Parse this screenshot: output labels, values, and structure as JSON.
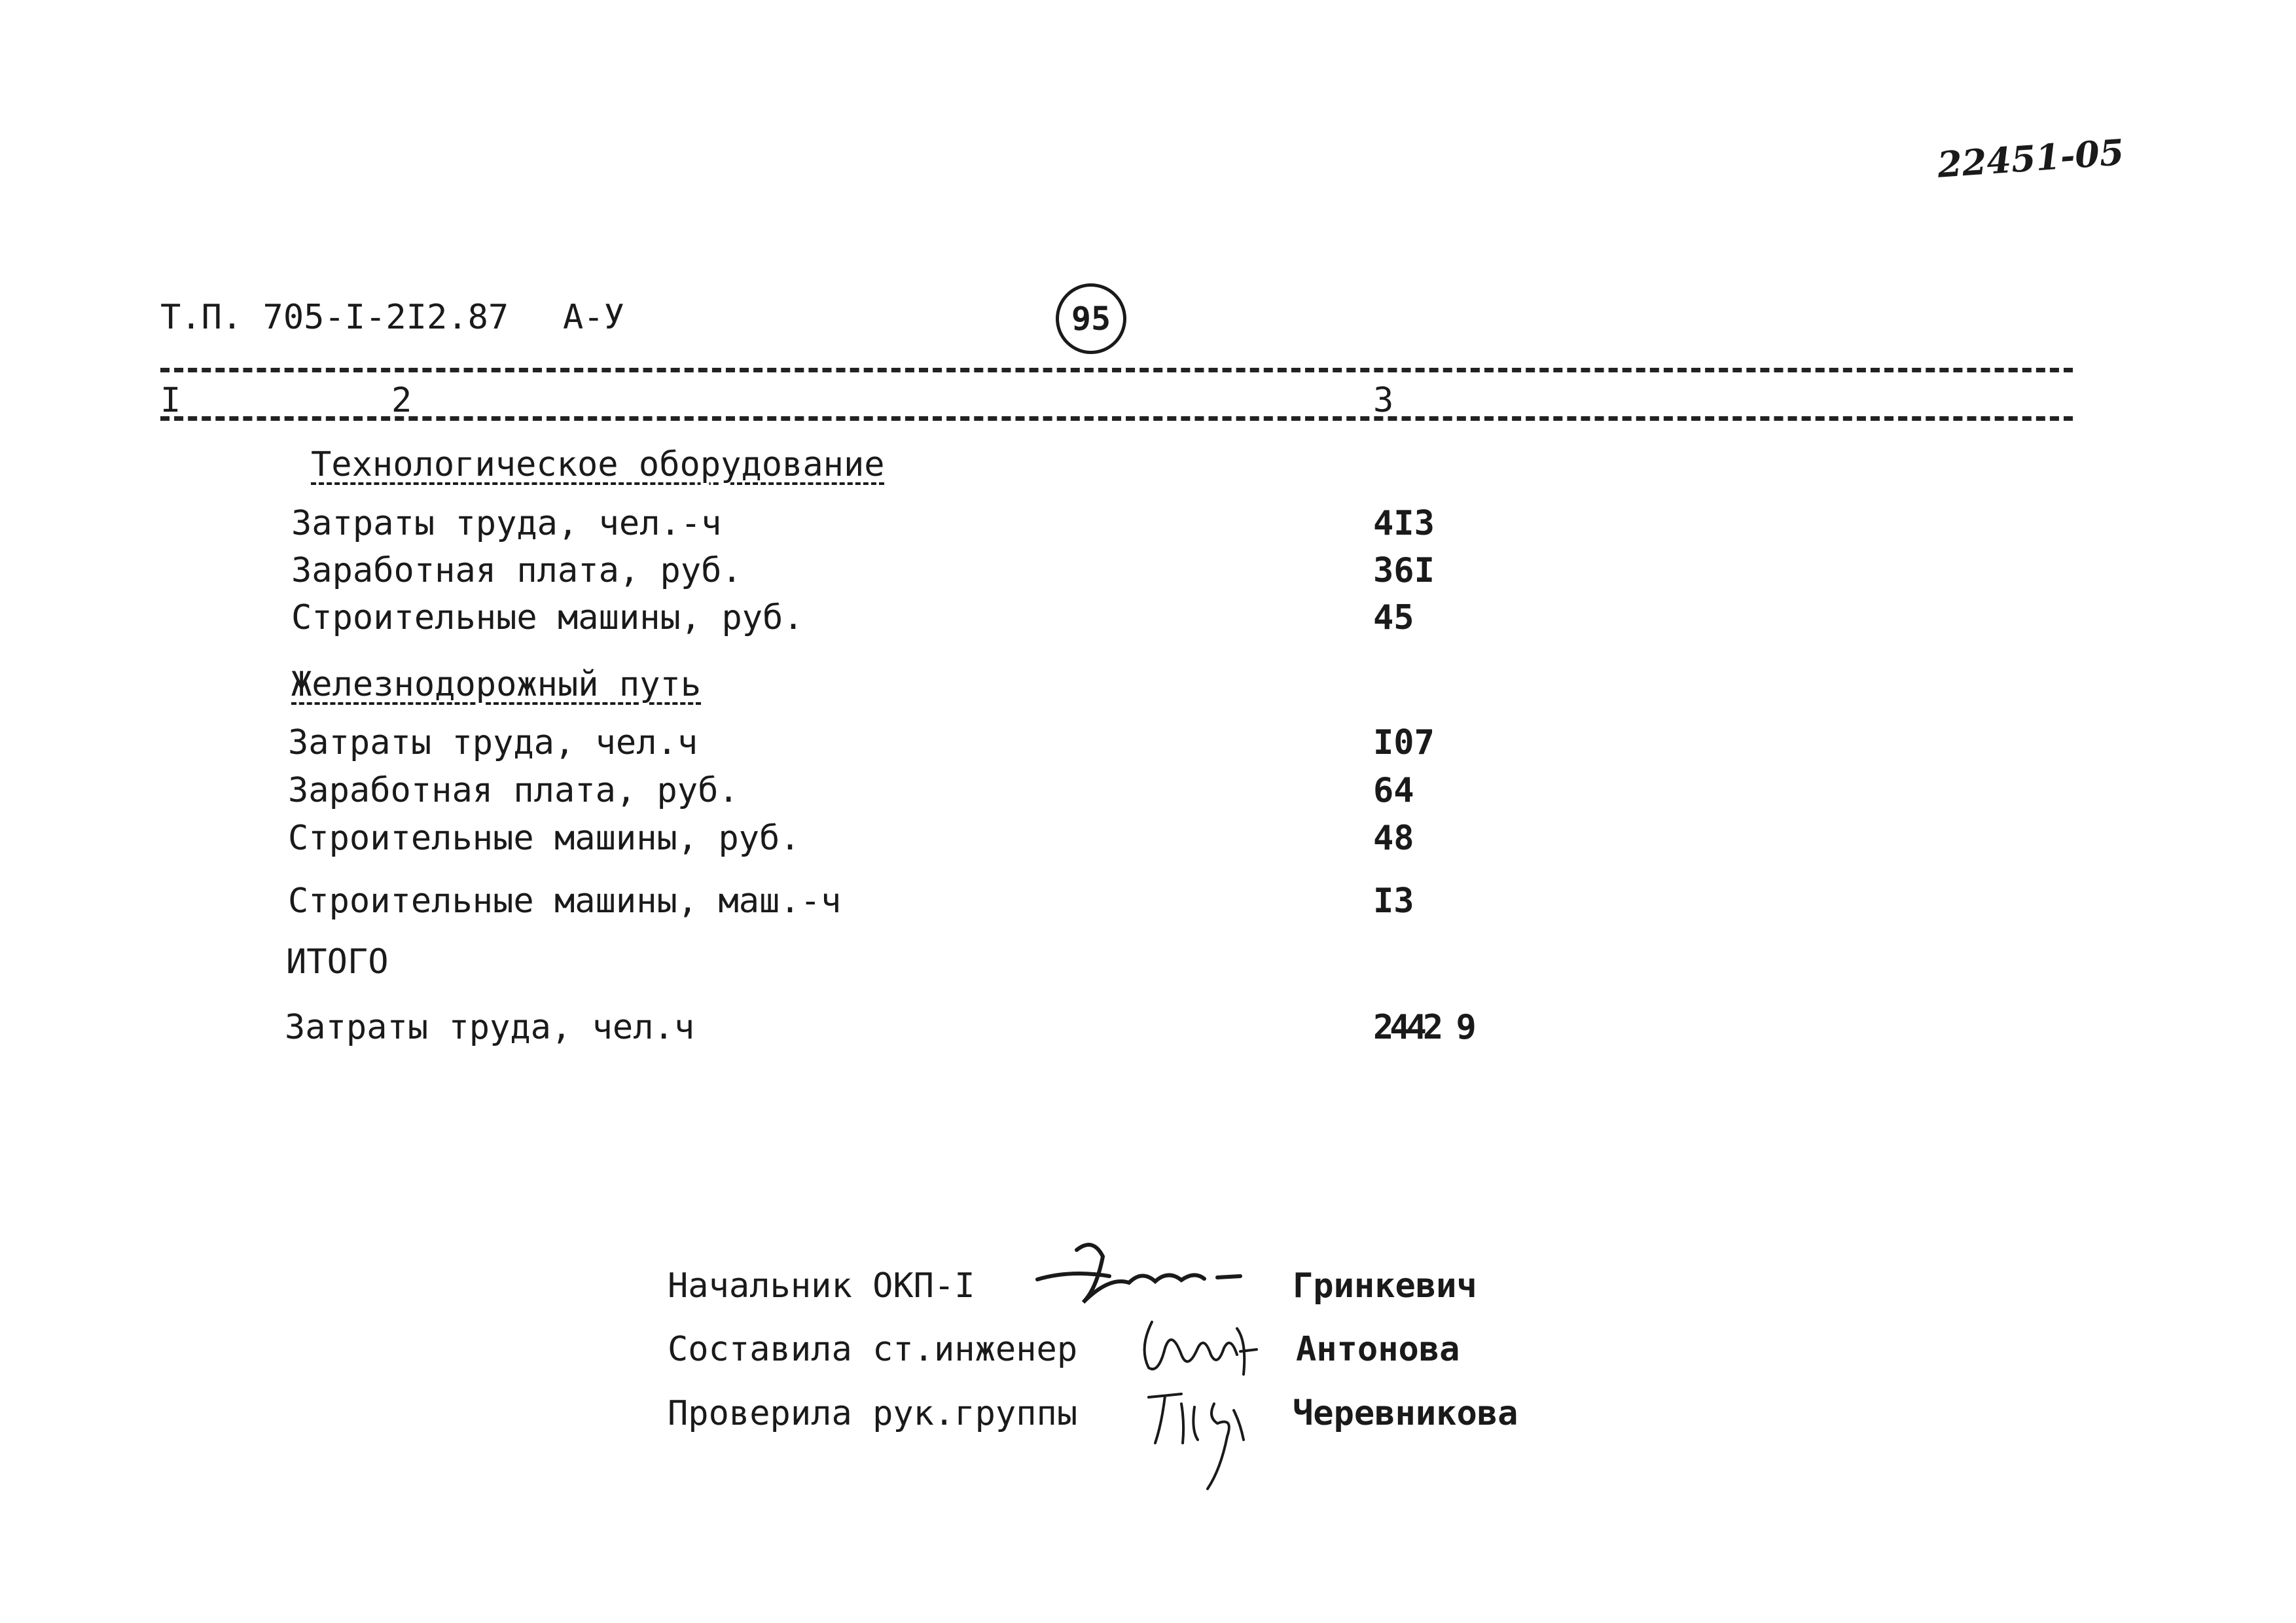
{
  "document_code": "22451-05",
  "header": {
    "designation": "Т.П. 705-I-2I2.87",
    "sheet_mark": "А-У",
    "page_number": "95"
  },
  "columns": [
    "I",
    "2",
    "3"
  ],
  "sections": [
    {
      "title": "Технологическое оборудование",
      "rows": [
        {
          "label": "Затраты труда, чел.-ч",
          "value": "4I3"
        },
        {
          "label": "Заработная плата, руб.",
          "value": "36I"
        },
        {
          "label": "Строительные машины, руб.",
          "value": "45"
        }
      ]
    },
    {
      "title": "Железнодорожный путь",
      "rows": [
        {
          "label": "Затраты труда, чел.ч",
          "value": "I07"
        },
        {
          "label": "Заработная плата, руб.",
          "value": "64"
        },
        {
          "label": "Строительные машины, руб.",
          "value": "48"
        },
        {
          "label": "Строительные машины, маш.-ч",
          "value": "I3"
        }
      ]
    },
    {
      "title": "ИТОГО",
      "rows": [
        {
          "label": "Затраты труда, чел.ч",
          "value": "2442 9"
        }
      ]
    }
  ],
  "signatures": [
    {
      "position": "Начальник ОКП-I",
      "name": "Гринкевич"
    },
    {
      "position": "Составила ст.инженер",
      "name": "Антонова"
    },
    {
      "position": "Проверила рук.группы",
      "name": "Черевникова"
    }
  ]
}
